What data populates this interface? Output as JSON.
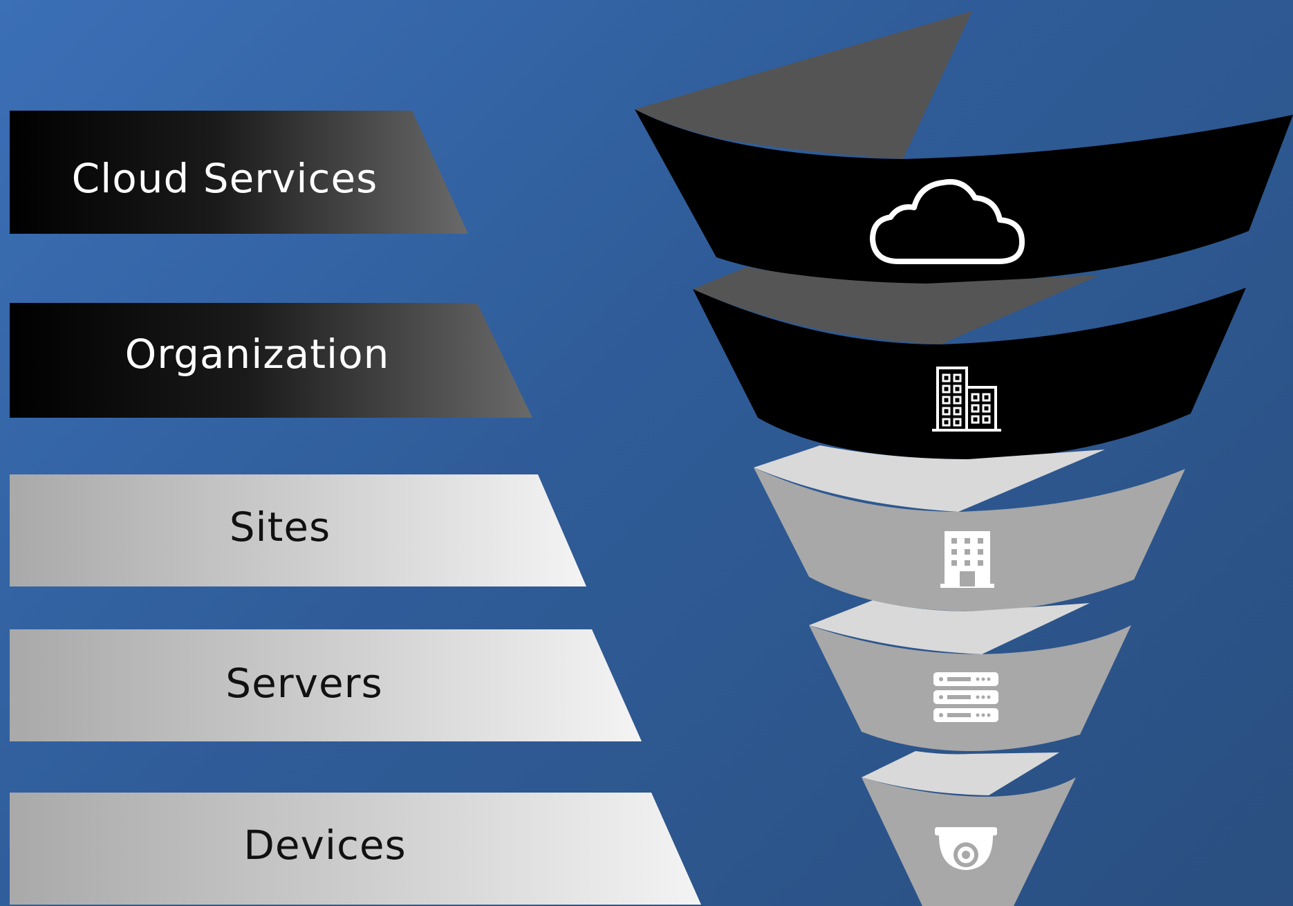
{
  "diagram": {
    "colors": {
      "background_top": "#3b6fb6",
      "background_bottom": "#2a4f80",
      "dark_band": "#000000",
      "dark_band_back": "#555555",
      "light_band": "#a8a8a8",
      "light_band_back": "#d9d9d9",
      "icon_on_dark": "#ffffff",
      "icon_on_light": "#ffffff"
    },
    "layers": [
      {
        "label": "Cloud Services",
        "theme": "dark",
        "icon": "cloud-icon"
      },
      {
        "label": "Organization",
        "theme": "dark",
        "icon": "office-buildings-icon"
      },
      {
        "label": "Sites",
        "theme": "light",
        "icon": "building-icon"
      },
      {
        "label": "Servers",
        "theme": "light",
        "icon": "server-rack-icon"
      },
      {
        "label": "Devices",
        "theme": "light",
        "icon": "security-camera-icon"
      }
    ]
  }
}
